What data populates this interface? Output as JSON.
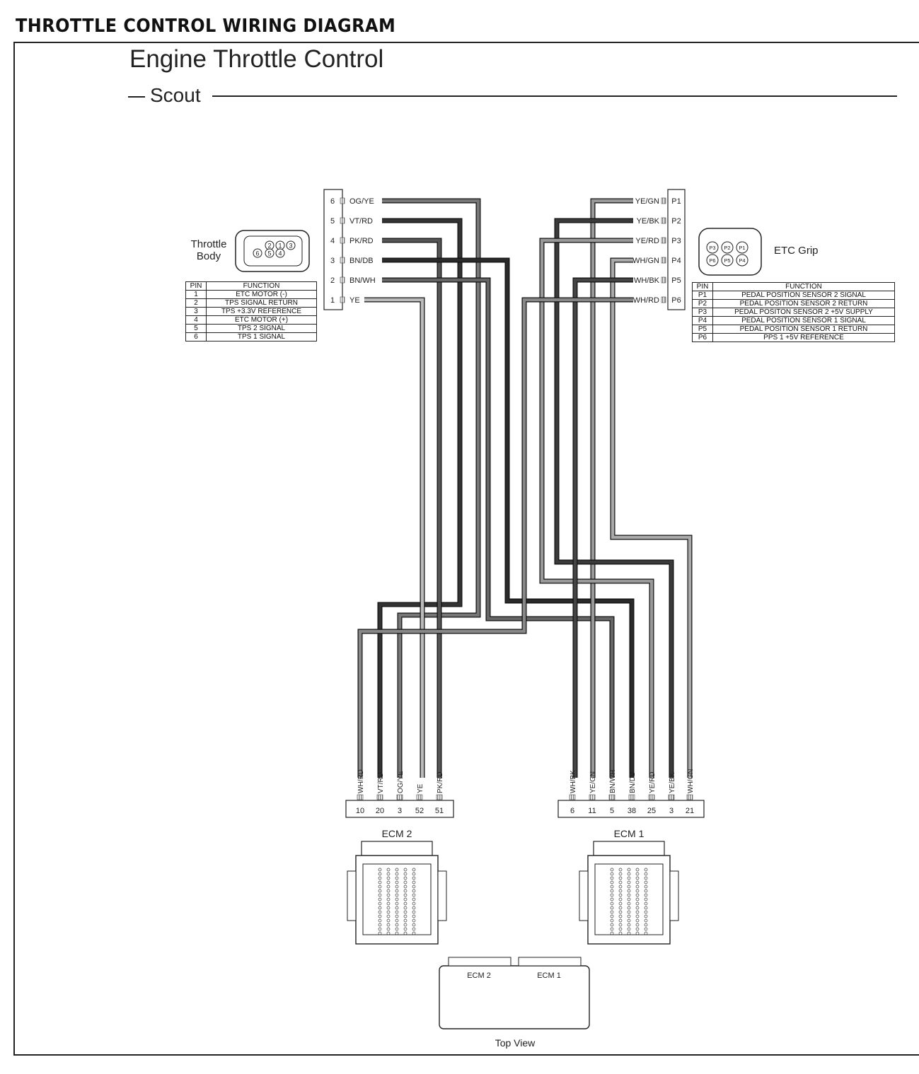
{
  "header": "THROTTLE CONTROL WIRING DIAGRAM",
  "title": "Engine Throttle Control",
  "subtitle": "Scout",
  "throttle_body": {
    "label_line1": "Throttle",
    "label_line2": "Body",
    "connector_pins": [
      "1",
      "2",
      "3",
      "4",
      "5",
      "6"
    ],
    "table_header": [
      "PIN",
      "FUNCTION"
    ],
    "table_rows": [
      [
        "1",
        "ETC MOTOR (-)"
      ],
      [
        "2",
        "TPS SIGNAL RETURN"
      ],
      [
        "3",
        "TPS +3.3V REFERENCE"
      ],
      [
        "4",
        "ETC MOTOR (+)"
      ],
      [
        "5",
        "TPS 2 SIGNAL"
      ],
      [
        "6",
        "TPS 1 SIGNAL"
      ]
    ],
    "wires": [
      {
        "pin": "6",
        "color": "OG/YE"
      },
      {
        "pin": "5",
        "color": "VT/RD"
      },
      {
        "pin": "4",
        "color": "PK/RD"
      },
      {
        "pin": "3",
        "color": "BN/DB"
      },
      {
        "pin": "2",
        "color": "BN/WH"
      },
      {
        "pin": "1",
        "color": "YE"
      }
    ]
  },
  "etc_grip": {
    "label": "ETC Grip",
    "connector_pins": [
      "P1",
      "P2",
      "P3",
      "P4",
      "P5",
      "P6"
    ],
    "table_header": [
      "PIN",
      "FUNCTION"
    ],
    "table_rows": [
      [
        "P1",
        "PEDAL POSITION SENSOR 2 SIGNAL"
      ],
      [
        "P2",
        "PEDAL POSITION SENSOR 2 RETURN"
      ],
      [
        "P3",
        "PEDAL POSITON SENSOR 2 +5V SUPPLY"
      ],
      [
        "P4",
        "PEDAL POSITION SENSOR 1 SIGNAL"
      ],
      [
        "P5",
        "PEDAL POSITION SENSOR 1 RETURN"
      ],
      [
        "P6",
        "PPS 1 +5V REFERENCE"
      ]
    ],
    "wires": [
      {
        "pin": "P1",
        "color": "YE/GN"
      },
      {
        "pin": "P2",
        "color": "YE/BK"
      },
      {
        "pin": "P3",
        "color": "YE/RD"
      },
      {
        "pin": "P4",
        "color": "WH/GN"
      },
      {
        "pin": "P5",
        "color": "WH/BK"
      },
      {
        "pin": "P6",
        "color": "WH/RD"
      }
    ]
  },
  "ecm2": {
    "label": "ECM 2",
    "pins": [
      {
        "num": "10",
        "color": "WH/RD"
      },
      {
        "num": "20",
        "color": "VT/RD"
      },
      {
        "num": "3",
        "color": "OG/YE"
      },
      {
        "num": "52",
        "color": "YE"
      },
      {
        "num": "51",
        "color": "PK/RD"
      }
    ]
  },
  "ecm1": {
    "label": "ECM 1",
    "pins": [
      {
        "num": "6",
        "color": "WH/BK"
      },
      {
        "num": "11",
        "color": "YE/GN"
      },
      {
        "num": "5",
        "color": "BN/WH"
      },
      {
        "num": "38",
        "color": "BN/DB"
      },
      {
        "num": "25",
        "color": "YE/RD"
      },
      {
        "num": "3",
        "color": "YE/BK"
      },
      {
        "num": "21",
        "color": "WH/GN"
      }
    ]
  },
  "top_view": {
    "label": "Top View",
    "left_label": "ECM 2",
    "right_label": "ECM 1"
  }
}
